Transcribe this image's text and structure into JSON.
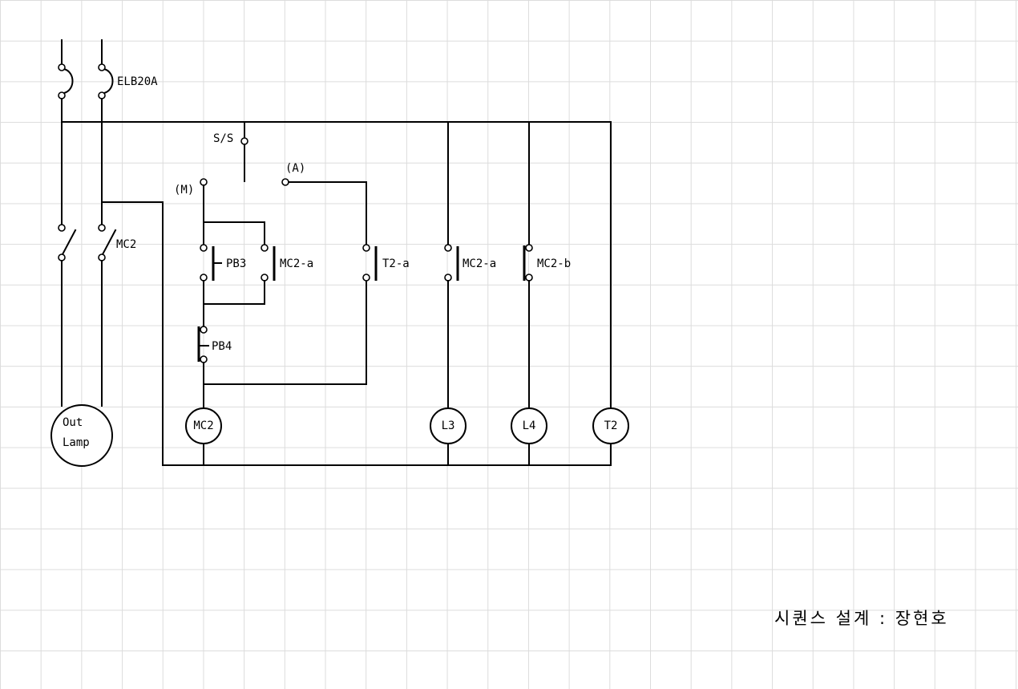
{
  "labels": {
    "elb": "ELB20A",
    "ss": "S/S",
    "m": "(M)",
    "a": "(A)",
    "mc2_main": "MC2",
    "pb3": "PB3",
    "pb4": "PB4",
    "mc2a_1": "MC2-a",
    "t2a": "T2-a",
    "mc2a_2": "MC2-a",
    "mc2b": "MC2-b"
  },
  "coils": {
    "out_lamp_line1": "Out",
    "out_lamp_line2": "Lamp",
    "mc2": "MC2",
    "l3": "L3",
    "l4": "L4",
    "t2": "T2"
  },
  "footer": {
    "author": "시퀀스 설계 : 장현호"
  }
}
